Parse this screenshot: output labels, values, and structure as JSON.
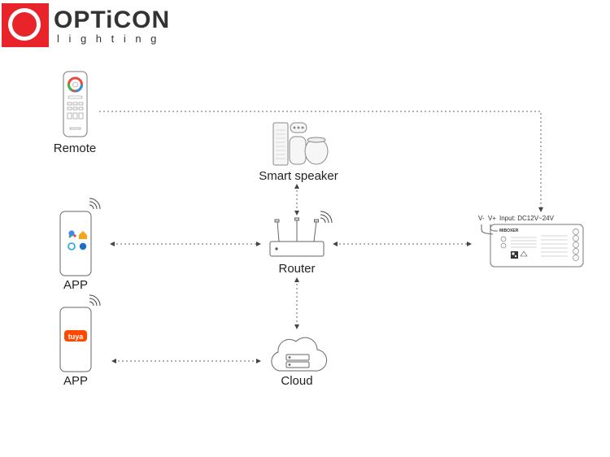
{
  "brand": {
    "name": "OPTiCON",
    "tagline": "lighting",
    "accent_color": "#e8232a"
  },
  "nodes": {
    "remote": {
      "label": "Remote",
      "icon": "remote-control-icon"
    },
    "smart_speaker": {
      "label": "Smart speaker",
      "icon": "smart-speaker-icon"
    },
    "router": {
      "label": "Router",
      "icon": "router-icon"
    },
    "app_assistants": {
      "label": "APP",
      "icon": "smartphone-icon",
      "apps": [
        "google-assistant-icon",
        "home-icon",
        "alexa-icon",
        "smartthings-icon"
      ]
    },
    "app_tuya": {
      "label": "APP",
      "icon": "smartphone-icon",
      "app_badge": "tuya"
    },
    "cloud": {
      "label": "Cloud",
      "icon": "cloud-icon"
    },
    "controller": {
      "input_label": "Input: DC12V~24V",
      "terminals": [
        "V-",
        "V+"
      ],
      "brand_text": "MiBOXER",
      "icon": "led-controller-icon"
    }
  },
  "connectors": [
    "remote-to-controller",
    "speaker-to-router",
    "app-to-router",
    "router-to-controller",
    "router-to-cloud",
    "tuya-app-to-cloud"
  ]
}
